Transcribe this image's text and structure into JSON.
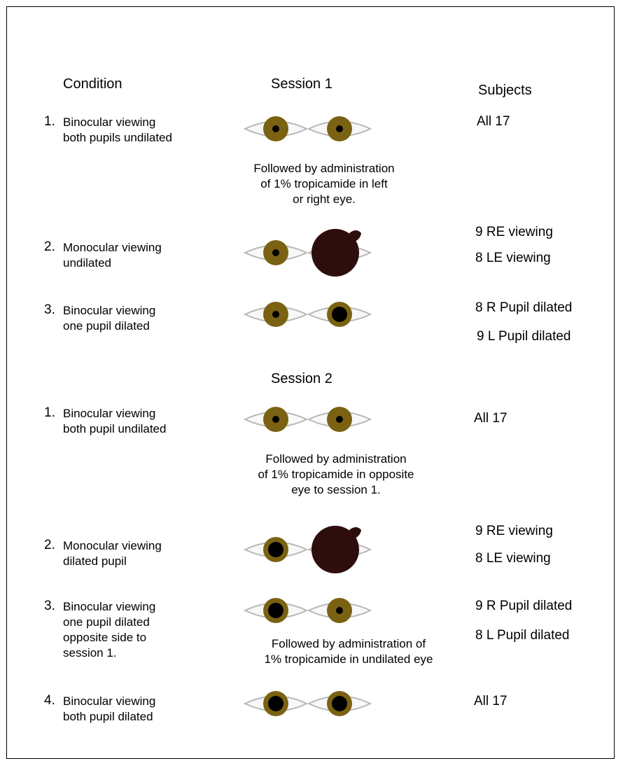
{
  "headers": {
    "condition": "Condition",
    "session1": "Session 1",
    "subjects": "Subjects",
    "session2": "Session 2"
  },
  "session1": {
    "rows": [
      {
        "number": "1.",
        "line1": "Binocular viewing",
        "line2": "both pupils undilated",
        "subjects": [
          "All 17"
        ],
        "left_eye": "undilated",
        "right_eye": "undilated"
      },
      {
        "number": "2.",
        "line1": "Monocular viewing",
        "line2": "undilated",
        "subjects": [
          "9 RE viewing",
          "8 LE viewing"
        ],
        "left_eye": "undilated",
        "right_eye": "occluded"
      },
      {
        "number": "3.",
        "line1": "Binocular viewing",
        "line2": "one pupil dilated",
        "subjects": [
          "8 R Pupil dilated",
          "9 L Pupil dilated"
        ],
        "left_eye": "undilated",
        "right_eye": "dilated"
      }
    ],
    "note": [
      "Followed by administration",
      "of 1% tropicamide  in left",
      "or right eye."
    ]
  },
  "session2": {
    "rows": [
      {
        "number": "1.",
        "line1": "Binocular viewing",
        "line2": "both pupil undilated",
        "subjects": [
          "All 17"
        ],
        "left_eye": "undilated",
        "right_eye": "undilated"
      },
      {
        "number": "2.",
        "line1": "Monocular viewing",
        "line2": "dilated pupil",
        "subjects": [
          "9 RE viewing",
          "8 LE viewing"
        ],
        "left_eye": "dilated",
        "right_eye": "occluded"
      },
      {
        "number": "3.",
        "line1": "Binocular viewing",
        "line2": "one pupil dilated",
        "line3": "opposite side to",
        "line4": "session 1.",
        "subjects": [
          "9 R Pupil dilated",
          "8 L Pupil dilated"
        ],
        "left_eye": "dilated",
        "right_eye": "undilated"
      },
      {
        "number": "4.",
        "line1": "Binocular viewing",
        "line2": "both pupil dilated",
        "subjects": [
          "All 17"
        ],
        "left_eye": "dilated",
        "right_eye": "dilated"
      }
    ],
    "note": [
      "Followed by administration",
      "of 1% tropicamide in opposite",
      "eye to session 1."
    ],
    "note2": [
      "Followed by administration of",
      "1% tropicamide in undilated eye"
    ]
  },
  "colors": {
    "iris": "#7a6212",
    "pupil": "#000000",
    "occluder": "#2e0e0c",
    "sclera_fill": "#f8f8f8",
    "sclera_stroke": "#b8b8b8"
  }
}
